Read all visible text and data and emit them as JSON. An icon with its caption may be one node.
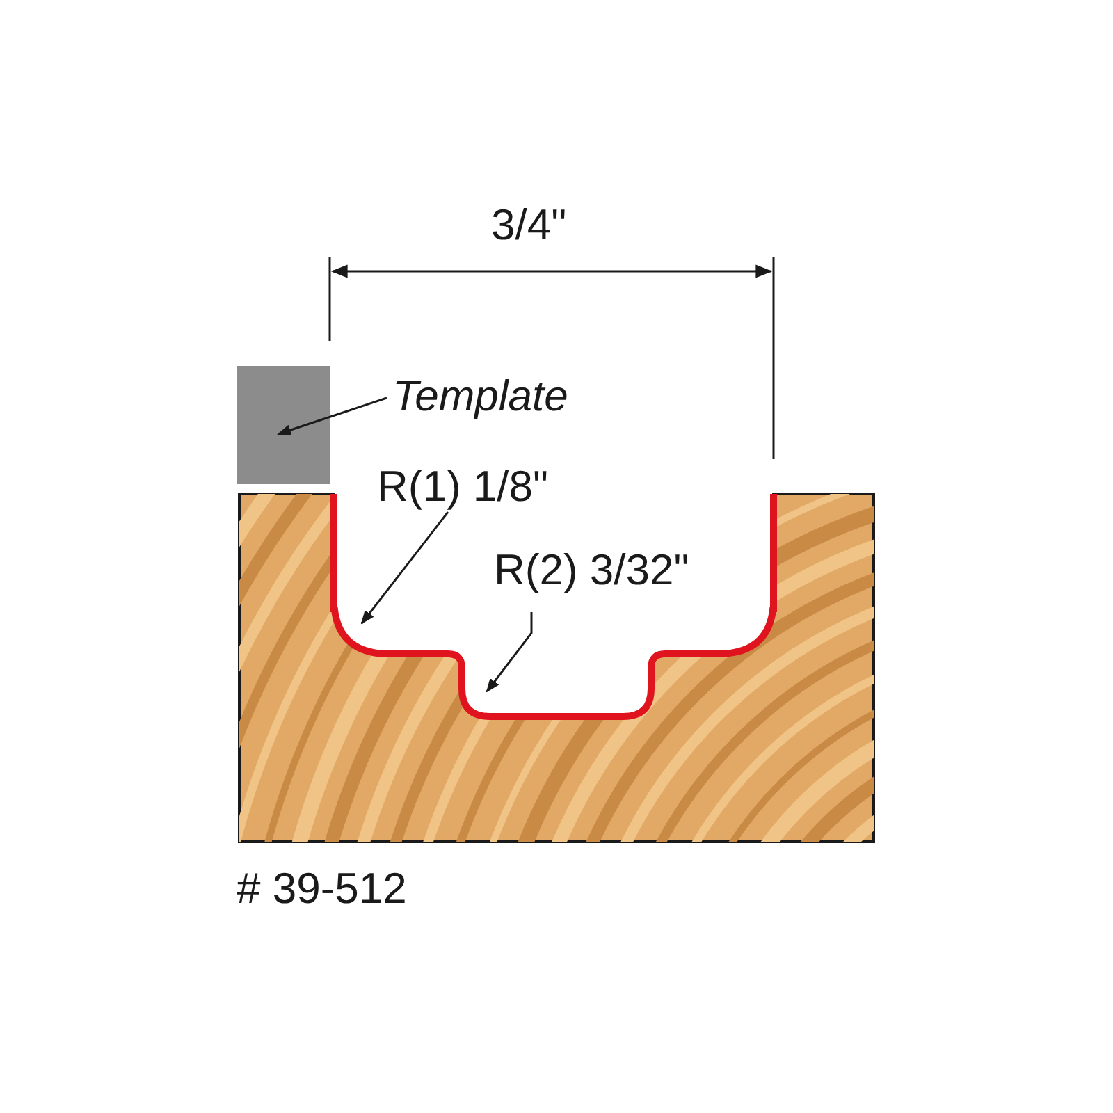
{
  "diagram": {
    "nodes": [
      {
        "text": [
          "Template"
        ]
      },
      {
        "text": [],
        "shape": "box"
      },
      {
        "text": [
          "R(1) 1/8\""
        ]
      },
      {
        "text": [
          "R(2) 3/32\""
        ]
      },
      {
        "text": [],
        "shape": "picture"
      }
    ],
    "edges": [
      {
        "from": 0,
        "to": 1,
        "arrow": "to"
      },
      {
        "from": 2,
        "to": 4,
        "arrow": "to"
      },
      {
        "from": 3,
        "to": 4,
        "arrow": "to"
      }
    ],
    "labels": [
      "3/4\"",
      "# 39-512"
    ]
  }
}
